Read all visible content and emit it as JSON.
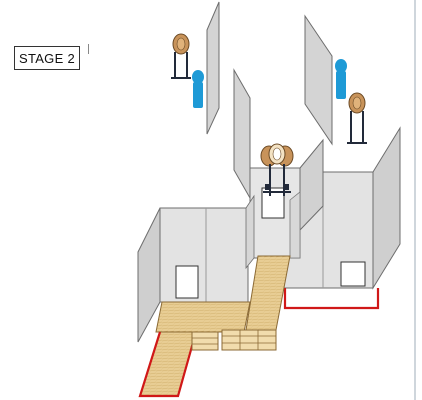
{
  "stage": {
    "title": "STAGE 2"
  },
  "colors": {
    "wall": "#d9d9d9",
    "wall_dark": "#c4c4c4",
    "wall_stroke": "#6d6d6d",
    "floor": "#e5c98f",
    "floor_stroke": "#8b6a35",
    "fault_line": "#d01818",
    "no_shoot": "#1e9ad6",
    "target_tan": "#c8935a",
    "target_stand": "#222a3a"
  },
  "elements": {
    "targets": [
      "paper-target",
      "paper-target",
      "paper-target",
      "paper-target",
      "paper-target"
    ],
    "no_shoots": [
      "no-shoot-target",
      "no-shoot-target"
    ],
    "doors": [
      "door",
      "door",
      "door"
    ]
  }
}
